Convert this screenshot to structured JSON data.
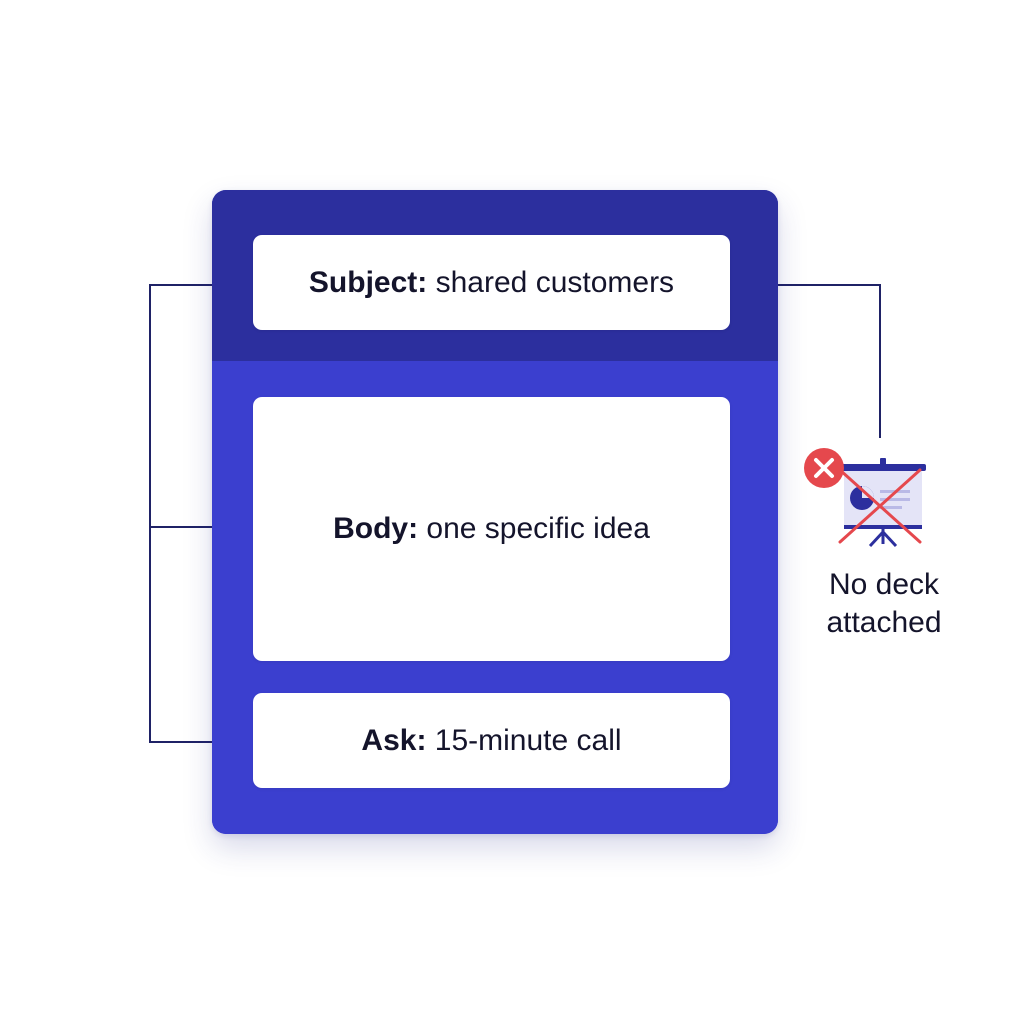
{
  "email": {
    "subject": {
      "key": "Subject:",
      "value": "shared customers"
    },
    "body": {
      "key": "Body:",
      "value": "one specific idea"
    },
    "ask": {
      "key": "Ask:",
      "value": "15-minute call"
    }
  },
  "attachment_note": {
    "label": "No deck\nattached",
    "icon": "presentation-deck-crossed-icon",
    "status_icon": "error-x-icon"
  },
  "colors": {
    "header_band": "#2c2f9e",
    "body_band": "#3b3fcf",
    "connector": "#1f2266",
    "error_red": "#e5484d",
    "cross_line": "#e5484d"
  }
}
